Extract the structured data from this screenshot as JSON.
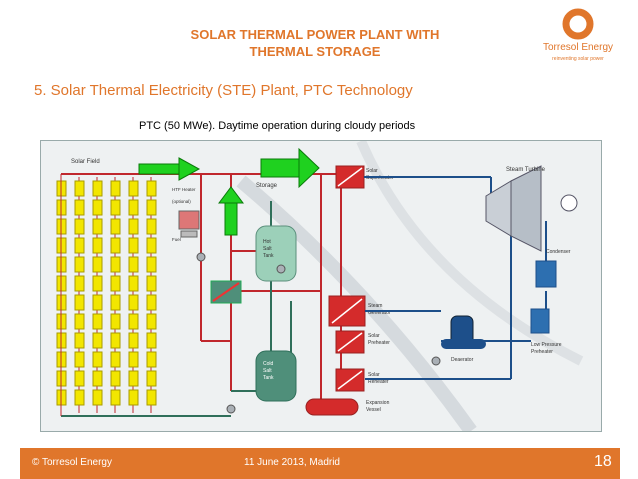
{
  "header": {
    "title_line1": "SOLAR THERMAL POWER PLANT WITH",
    "title_line2": "THERMAL STORAGE"
  },
  "logo": {
    "name": "Torresol Energy",
    "tagline": "reinventing solar power"
  },
  "subtitle": "5. Solar Thermal Electricity (STE) Plant, PTC Technology",
  "caption": "PTC (50 MWe). Daytime operation during cloudy periods",
  "diagram": {
    "labels": {
      "solar_field": "Solar Field",
      "htf_heater": "HTF Heater",
      "optional": "(optional)",
      "fuel": "Fuel",
      "storage": "Storage",
      "hot_salt_tank": [
        "Hot",
        "Salt",
        "Tank"
      ],
      "cold_salt_tank": [
        "Cold",
        "Salt",
        "Tank"
      ],
      "solar_superheater": [
        "Solar",
        "Superheater"
      ],
      "steam_generator": [
        "Steam",
        "Generator"
      ],
      "solar_preheater": [
        "Solar",
        "Preheater"
      ],
      "solar_reheater": [
        "Solar",
        "Reheater"
      ],
      "expansion_vessel": [
        "Expansion",
        "Vessel"
      ],
      "steam_turbine": "Steam Turbine",
      "condenser": "Condenser",
      "deaerator": "Deaerator",
      "low_pressure_preheater": [
        "Low Pressure",
        "Preheater"
      ]
    },
    "colors": {
      "hot_pipe": "#c0272d",
      "cold_pipe": "#2f6f5a",
      "collector": "#f2e600",
      "flow_arrow": "#1fd11f",
      "water_loop": "#1d4f8a",
      "heat_exchanger": "#d42b2b"
    }
  },
  "footer": {
    "left": "© Torresol Energy",
    "center": "11 June 2013, Madrid",
    "page": "18"
  }
}
